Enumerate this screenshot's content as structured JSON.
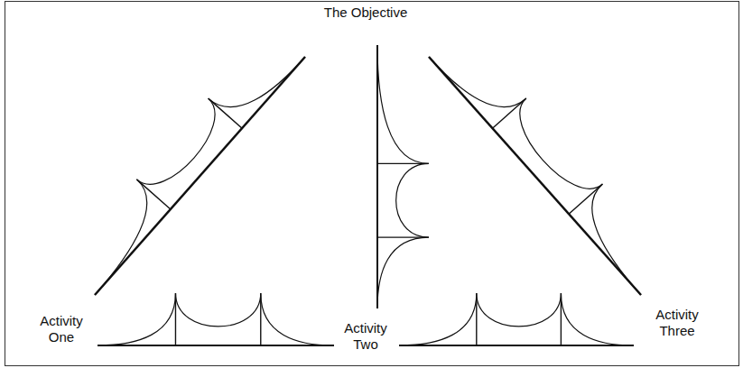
{
  "diagram": {
    "labels": [
      "The Objective",
      "Activity One",
      "Activity Two",
      "Activity Three"
    ]
  }
}
